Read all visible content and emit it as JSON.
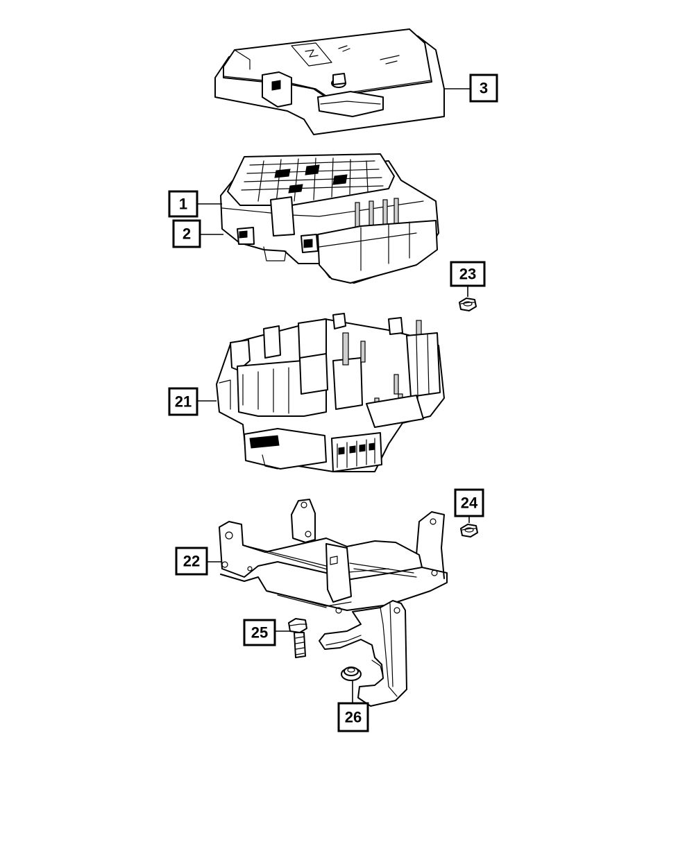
{
  "callouts": [
    {
      "id": "c3",
      "label": "3"
    },
    {
      "id": "c1",
      "label": "1"
    },
    {
      "id": "c2",
      "label": "2"
    },
    {
      "id": "c23",
      "label": "23"
    },
    {
      "id": "c21",
      "label": "21"
    },
    {
      "id": "c24",
      "label": "24"
    },
    {
      "id": "c22",
      "label": "22"
    },
    {
      "id": "c25",
      "label": "25"
    },
    {
      "id": "c26",
      "label": "26"
    }
  ]
}
